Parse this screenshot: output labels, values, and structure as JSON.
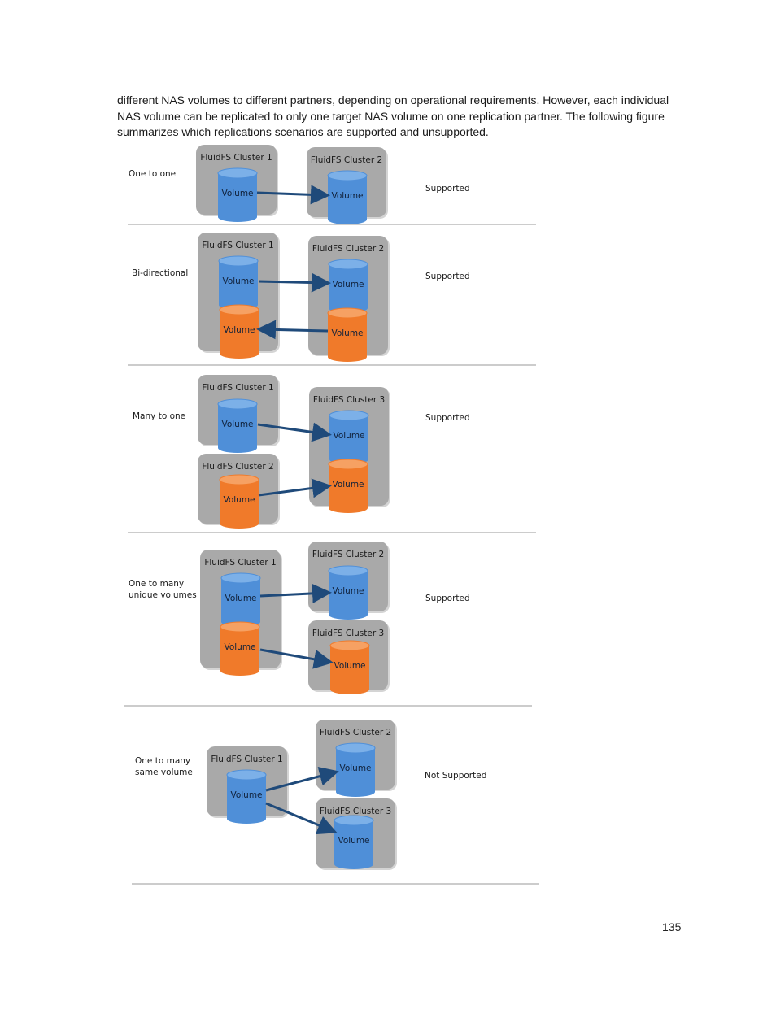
{
  "intro_text": "different NAS volumes to different partners, depending on operational requirements. However, each individual NAS volume can be replicated to only one target NAS volume on one replication partner. The following figure summarizes which replications scenarios are supported and unsupported.",
  "page_number": "135",
  "volume_label": "Volume",
  "colors": {
    "blue": "#4f8fd8",
    "blue_top": "#7cb0e8",
    "orange": "#f07a2a",
    "orange_top": "#f6a163",
    "cluster_bg": "#a9a9a9",
    "arrow": "#1f4a7a",
    "divider": "#9a9a9a"
  },
  "scenarios": [
    {
      "label_lines": [
        "One to one"
      ],
      "status": "Supported",
      "clusters": [
        {
          "name": "FluidFS Cluster 1",
          "volumes": [
            "blue"
          ]
        },
        {
          "name": "FluidFS Cluster 2",
          "volumes": [
            "blue"
          ]
        }
      ]
    },
    {
      "label_lines": [
        "Bi-directional"
      ],
      "status": "Supported",
      "clusters": [
        {
          "name": "FluidFS Cluster 1",
          "volumes": [
            "blue",
            "orange"
          ]
        },
        {
          "name": "FluidFS Cluster 2",
          "volumes": [
            "blue",
            "orange"
          ]
        }
      ]
    },
    {
      "label_lines": [
        "Many to one"
      ],
      "status": "Supported",
      "clusters": [
        {
          "name": "FluidFS Cluster 1",
          "volumes": [
            "blue"
          ]
        },
        {
          "name": "FluidFS Cluster 2",
          "volumes": [
            "orange"
          ]
        },
        {
          "name": "FluidFS Cluster 3",
          "volumes": [
            "blue",
            "orange"
          ]
        }
      ]
    },
    {
      "label_lines": [
        "One to many",
        "unique volumes"
      ],
      "status": "Supported",
      "clusters": [
        {
          "name": "FluidFS Cluster 1",
          "volumes": [
            "blue",
            "orange"
          ]
        },
        {
          "name": "FluidFS Cluster 2",
          "volumes": [
            "blue"
          ]
        },
        {
          "name": "FluidFS Cluster 3",
          "volumes": [
            "orange"
          ]
        }
      ]
    },
    {
      "label_lines": [
        "One to many",
        "same volume"
      ],
      "status": "Not Supported",
      "clusters": [
        {
          "name": "FluidFS Cluster 1",
          "volumes": [
            "blue"
          ]
        },
        {
          "name": "FluidFS Cluster 2",
          "volumes": [
            "blue"
          ]
        },
        {
          "name": "FluidFS Cluster 3",
          "volumes": [
            "blue"
          ]
        }
      ]
    }
  ]
}
